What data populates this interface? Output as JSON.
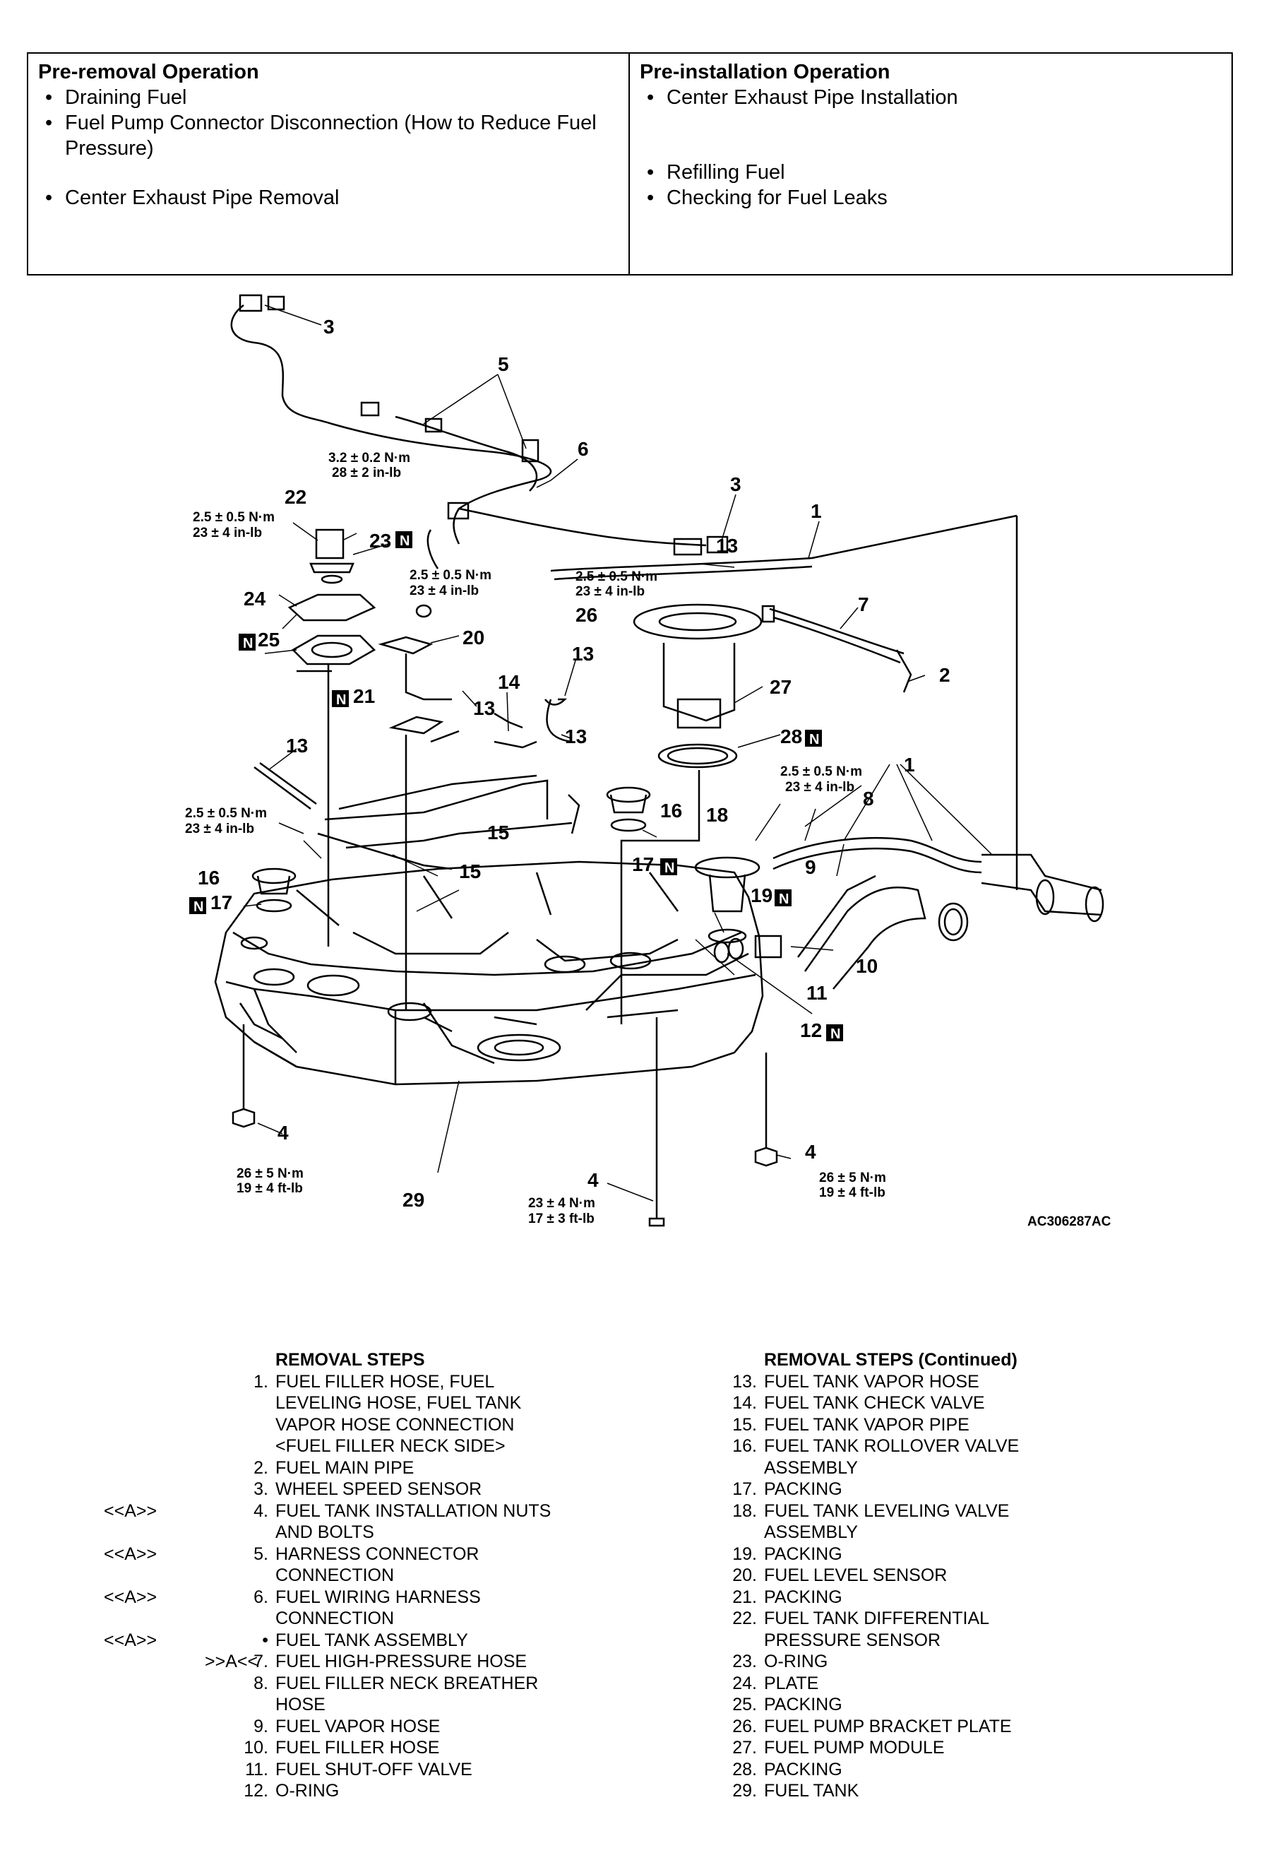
{
  "operations": {
    "pre_removal": {
      "title": "Pre-removal Operation",
      "items": [
        "Draining Fuel",
        "Fuel Pump Connector Disconnection (How to Reduce Fuel Pressure)",
        "Center Exhaust Pipe Removal"
      ]
    },
    "pre_installation": {
      "title": "Pre-installation Operation",
      "items": [
        "Center Exhaust Pipe Installation",
        "Refilling Fuel",
        "Checking for Fuel Leaks"
      ]
    }
  },
  "diagram": {
    "figure_code": "AC306287AC",
    "callouts": [
      "1",
      "2",
      "3",
      "4",
      "5",
      "6",
      "7",
      "8",
      "9",
      "10",
      "11",
      "12",
      "13",
      "14",
      "15",
      "16",
      "17",
      "18",
      "19",
      "20",
      "21",
      "22",
      "23",
      "24",
      "25",
      "26",
      "27",
      "28",
      "29"
    ],
    "new_part_mark": "N",
    "torques": {
      "t22_a": "3.2 ± 0.2 N·m",
      "t22_b": "28 ± 2 in-lb",
      "t23_a": "2.5 ± 0.5 N·m",
      "t23_b": "23 ± 4 in-lb",
      "t20_a": "2.5 ± 0.5 N·m",
      "t20_b": "23 ± 4 in-lb",
      "t26_a": "2.5 ± 0.5 N·m",
      "t26_b": "23 ± 4 in-lb",
      "t16l_a": "2.5 ± 0.5 N·m",
      "t16l_b": "23 ± 4 in-lb",
      "t16r_a": "2.5 ± 0.5 N·m",
      "t16r_b": "23 ± 4 in-lb",
      "t4l_a": "26 ± 5 N·m",
      "t4l_b": "19 ± 4 ft-lb",
      "t4c_a": "23 ± 4 N·m",
      "t4c_b": "17 ± 3 ft-lb",
      "t4r_a": "26 ± 5 N·m",
      "t4r_b": "19 ± 4 ft-lb"
    }
  },
  "removal_steps": {
    "heading": "REMOVAL STEPS",
    "rows": [
      {
        "ref": "",
        "num": "1.",
        "text": "FUEL FILLER HOSE, FUEL"
      },
      {
        "ref": "",
        "num": "",
        "text": "LEVELING HOSE, FUEL TANK"
      },
      {
        "ref": "",
        "num": "",
        "text": "VAPOR HOSE CONNECTION"
      },
      {
        "ref": "",
        "num": "",
        "text": "<FUEL FILLER NECK SIDE>"
      },
      {
        "ref": "",
        "num": "2.",
        "text": "FUEL MAIN PIPE"
      },
      {
        "ref": "",
        "num": "3.",
        "text": "WHEEL SPEED SENSOR"
      },
      {
        "ref": "<<A>>",
        "num": "4.",
        "text": "FUEL TANK INSTALLATION NUTS"
      },
      {
        "ref": "",
        "num": "",
        "text": "AND BOLTS"
      },
      {
        "ref": "<<A>>",
        "num": "5.",
        "text": "HARNESS CONNECTOR"
      },
      {
        "ref": "",
        "num": "",
        "text": "CONNECTION"
      },
      {
        "ref": "<<A>>",
        "num": "6.",
        "text": "FUEL WIRING HARNESS"
      },
      {
        "ref": "",
        "num": "",
        "text": "CONNECTION"
      },
      {
        "ref": "<<A>>",
        "num": "•",
        "text": "FUEL TANK ASSEMBLY"
      },
      {
        "ref2": ">>A<<",
        "num": "7.",
        "text": "FUEL HIGH-PRESSURE HOSE"
      },
      {
        "ref": "",
        "num": "8.",
        "text": "FUEL FILLER NECK BREATHER"
      },
      {
        "ref": "",
        "num": "",
        "text": "HOSE"
      },
      {
        "ref": "",
        "num": "9.",
        "text": "FUEL VAPOR HOSE"
      },
      {
        "ref": "",
        "num": "10.",
        "text": "FUEL FILLER HOSE"
      },
      {
        "ref": "",
        "num": "11.",
        "text": "FUEL SHUT-OFF VALVE"
      },
      {
        "ref": "",
        "num": "12.",
        "text": "O-RING"
      }
    ]
  },
  "removal_steps_continued": {
    "heading": "REMOVAL STEPS (Continued)",
    "rows": [
      {
        "num": "13.",
        "text": "FUEL TANK VAPOR HOSE"
      },
      {
        "num": "14.",
        "text": "FUEL TANK CHECK VALVE"
      },
      {
        "num": "15.",
        "text": "FUEL TANK VAPOR PIPE"
      },
      {
        "num": "16.",
        "text": "FUEL TANK ROLLOVER VALVE"
      },
      {
        "num": "",
        "text": "ASSEMBLY"
      },
      {
        "num": "17.",
        "text": "PACKING"
      },
      {
        "num": "18.",
        "text": "FUEL TANK LEVELING VALVE"
      },
      {
        "num": "",
        "text": "ASSEMBLY"
      },
      {
        "num": "19.",
        "text": "PACKING"
      },
      {
        "num": "20.",
        "text": "FUEL LEVEL SENSOR"
      },
      {
        "num": "21.",
        "text": "PACKING"
      },
      {
        "num": "22.",
        "text": "FUEL TANK DIFFERENTIAL"
      },
      {
        "num": "",
        "text": "PRESSURE SENSOR"
      },
      {
        "num": "23.",
        "text": "O-RING"
      },
      {
        "num": "24.",
        "text": "PLATE"
      },
      {
        "num": "25.",
        "text": "PACKING"
      },
      {
        "num": "26.",
        "text": "FUEL PUMP BRACKET PLATE"
      },
      {
        "num": "27.",
        "text": "FUEL PUMP MODULE"
      },
      {
        "num": "28.",
        "text": "PACKING"
      },
      {
        "num": "29.",
        "text": "FUEL TANK"
      }
    ]
  }
}
